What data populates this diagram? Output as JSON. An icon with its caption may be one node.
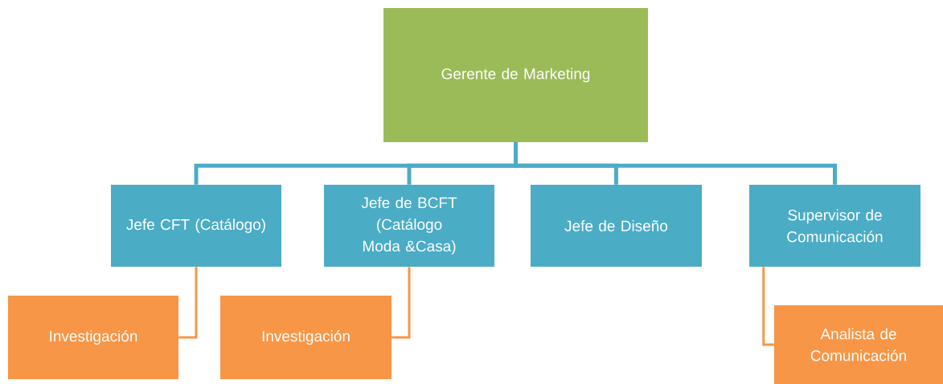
{
  "diagram": {
    "nodes": [
      {
        "text": [
          "Gerente de Marketing"
        ]
      },
      {
        "text": [
          "Jefe CFT (Catálogo)"
        ]
      },
      {
        "text": [
          "Jefe de BCFT (Catálogo Moda &Casa)"
        ]
      },
      {
        "text": [
          "Jefe de Diseño"
        ]
      },
      {
        "text": [
          "Supervisor de Comunicación"
        ]
      },
      {
        "text": [
          "Investigación"
        ]
      },
      {
        "text": [
          "Investigación"
        ]
      },
      {
        "text": [
          "Analista de Comunicación"
        ]
      }
    ],
    "edges": [
      {
        "from": 0,
        "to": 1,
        "arrow": "none"
      },
      {
        "from": 0,
        "to": 2,
        "arrow": "none"
      },
      {
        "from": 0,
        "to": 3,
        "arrow": "none"
      },
      {
        "from": 0,
        "to": 4,
        "arrow": "none"
      },
      {
        "from": 1,
        "to": 5,
        "arrow": "none",
        "color": "#f79646"
      },
      {
        "from": 2,
        "to": 6,
        "arrow": "none",
        "color": "#f79646"
      },
      {
        "from": 4,
        "to": 7,
        "arrow": "none",
        "color": "#f79646"
      }
    ]
  }
}
